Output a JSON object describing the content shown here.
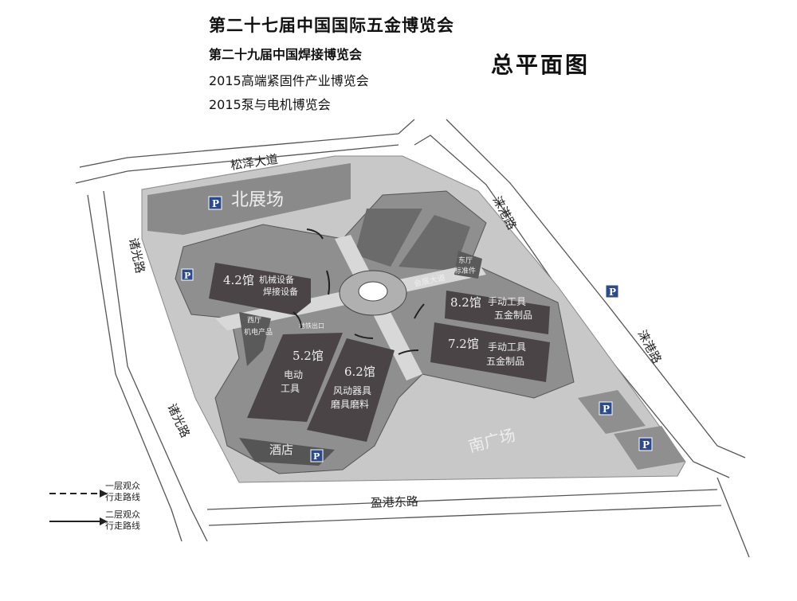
{
  "titles": [
    "第二十七届中国国际五金博览会",
    "第二十九届中国焊接博览会",
    "2015高端紧固件产业博览会",
    "2015泵与电机博览会"
  ],
  "map_title": "总平面图",
  "roads": {
    "north": "松泽大道",
    "east_top": "涞港路",
    "east_bottom": "涞港路",
    "west_top": "诸光路",
    "west_bottom": "诸光路",
    "south": "盈港东路"
  },
  "areas": {
    "north_plaza": "北展场",
    "south_plaza": "南广场",
    "hotel": "酒店",
    "parking": "P"
  },
  "halls": [
    {
      "num": "4.2馆",
      "desc1": "机械设备",
      "desc2": "焊接设备"
    },
    {
      "num": "5.2馆",
      "desc1": "电动",
      "desc2": "工具"
    },
    {
      "num": "6.2馆",
      "desc1": "风动器具",
      "desc2": "磨具磨料"
    },
    {
      "num": "7.2馆",
      "desc1": "手动工具",
      "desc2": "五金制品"
    },
    {
      "num": "8.2馆",
      "desc1": "手动工具",
      "desc2": "五金制品"
    }
  ],
  "west_hall": {
    "name": "西厅",
    "desc": "机电产品"
  },
  "east_hall": {
    "name": "东厅",
    "desc": "标准件"
  },
  "avenue": "会展大道",
  "metro_exit": "地铁出口",
  "legend": [
    {
      "label1": "一层观众",
      "label2": "行走路线",
      "style": "dashed"
    },
    {
      "label1": "二层观众",
      "label2": "行走路线",
      "style": "solid"
    }
  ],
  "colors": {
    "site": "#c8c8c8",
    "building": "#8f8f8f",
    "hall": "#4a4446",
    "road": "#ffffff"
  }
}
